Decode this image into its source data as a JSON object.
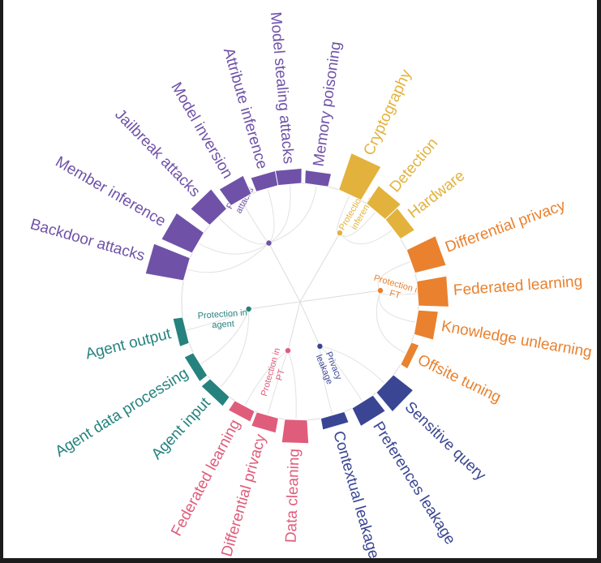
{
  "groups": [
    {
      "key": "privacy_attacks",
      "label_lines": [
        "Privacy",
        "attacks"
      ],
      "color": "#6f52a8",
      "items": [
        {
          "label": "Backdoor attacks",
          "value": 1.0
        },
        {
          "label": "Member inference",
          "value": 0.85
        },
        {
          "label": "Jailbreak attacks",
          "value": 0.6
        },
        {
          "label": "Model inversion",
          "value": 0.45
        },
        {
          "label": "Attribute inference",
          "value": 0.3
        },
        {
          "label": "Model stealing attacks",
          "value": 0.3
        },
        {
          "label": "Memory poisoning",
          "value": 0.25
        }
      ]
    },
    {
      "key": "protection_in_inference",
      "label_lines": [
        "Protection in",
        "inference"
      ],
      "color": "#e3b23c",
      "items": [
        {
          "label": "Cryptography",
          "value": 1.0
        },
        {
          "label": "Detection",
          "value": 0.5
        },
        {
          "label": "Hardware",
          "value": 0.35
        }
      ]
    },
    {
      "key": "protection_in_ft",
      "label_lines": [
        "Protection in",
        "FT"
      ],
      "color": "#e9812e",
      "items": [
        {
          "label": "Differential privacy",
          "value": 0.8
        },
        {
          "label": "Federated learning",
          "value": 0.75
        },
        {
          "label": "Knowledge unlearning",
          "value": 0.45
        },
        {
          "label": "Offsite tuning",
          "value": 0.1
        }
      ]
    },
    {
      "key": "privacy_leakage",
      "label_lines": [
        "Privacy",
        "leakage"
      ],
      "color": "#3a4693",
      "items": [
        {
          "label": "Sensitive query",
          "value": 0.6
        },
        {
          "label": "Preferences leakage",
          "value": 0.45
        },
        {
          "label": "Contextual leakage",
          "value": 0.2
        }
      ]
    },
    {
      "key": "protection_in_pt",
      "label_lines": [
        "Protection in",
        "PT"
      ],
      "color": "#e05c7b",
      "items": [
        {
          "label": "Data cleaning",
          "value": 0.55
        },
        {
          "label": "Differential privacy",
          "value": 0.3
        },
        {
          "label": "Federated learning",
          "value": 0.2
        }
      ]
    },
    {
      "key": "protection_in_agent",
      "label_lines": [
        "Protection in",
        "agent"
      ],
      "color": "#26827e",
      "items": [
        {
          "label": "Agent input",
          "value": 0.2
        },
        {
          "label": "Agent data processing",
          "value": 0.15
        },
        {
          "label": "Agent output",
          "value": 0.15
        }
      ]
    }
  ]
}
